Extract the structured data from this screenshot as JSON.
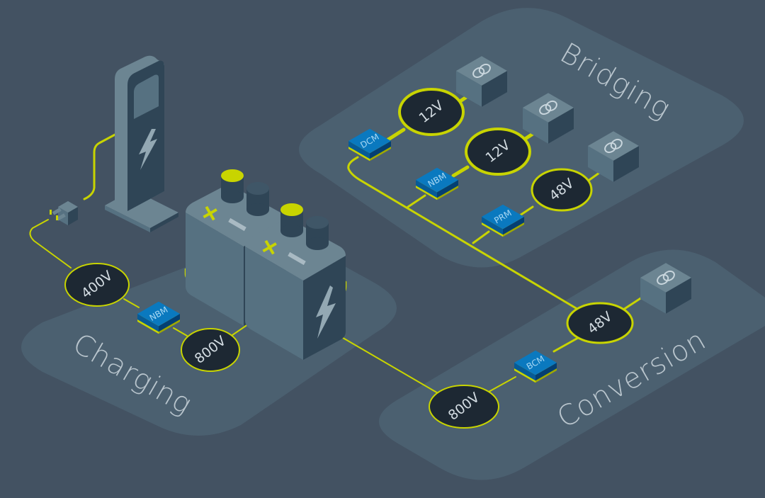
{
  "colors": {
    "background": "#435262",
    "platform": "#4b6070",
    "wire": "#c8d400",
    "node_fill": "#1d2833",
    "module_top": "#0a79bf",
    "module_side": "#043f72",
    "box_top": "#6c8592",
    "box_left": "#567181",
    "box_right": "#2f4556",
    "label_text": "#c9d3da"
  },
  "zones": {
    "charging": {
      "title": "Charging"
    },
    "bridging": {
      "title": "Bridging"
    },
    "conversion": {
      "title": "Conversion"
    }
  },
  "charging": {
    "input_voltage": "400V",
    "module": "NBM",
    "output_voltage": "800V"
  },
  "bridging": {
    "rails": [
      {
        "module": "DCM",
        "voltage": "12V",
        "load_icon": "load-coil-icon"
      },
      {
        "module": "NBM",
        "voltage": "12V",
        "load_icon": "load-coil-icon"
      },
      {
        "module": "PRM",
        "voltage": "48V",
        "load_icon": "load-coil-icon"
      }
    ]
  },
  "conversion": {
    "input_voltage": "800V",
    "module": "BCM",
    "output_voltage": "48V",
    "load_icon": "load-coil-icon"
  },
  "battery": {
    "plus_symbol": "+",
    "minus_symbol": "−"
  }
}
